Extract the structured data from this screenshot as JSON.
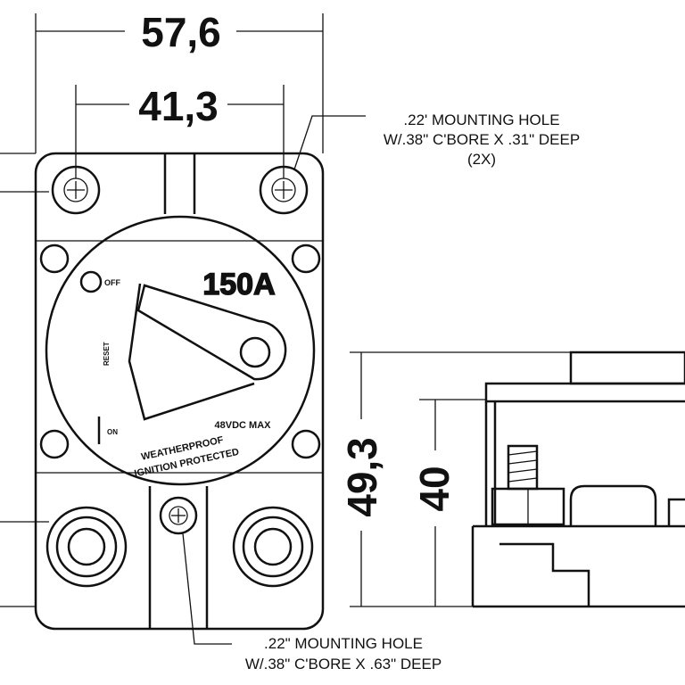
{
  "dimensions": {
    "overall_width": "57,6",
    "hole_spacing": "41,3",
    "side_height": "49,3",
    "side_body_height": "40"
  },
  "notes": {
    "top_hole_line1": ".22' MOUNTING HOLE",
    "top_hole_line2": "W/.38\" C'BORE X .31\" DEEP",
    "top_hole_line3": "(2X)",
    "bottom_hole_line1": ".22\" MOUNTING HOLE",
    "bottom_hole_line2": "W/.38\" C'BORE X .63\" DEEP"
  },
  "faceplate": {
    "rating": "150A",
    "off_label": "OFF",
    "on_label": "ON",
    "reset_label": "RESET",
    "voltage": "48VDC MAX",
    "line1": "WEATHERPROOF",
    "line2": "IGNITION PROTECTED"
  }
}
